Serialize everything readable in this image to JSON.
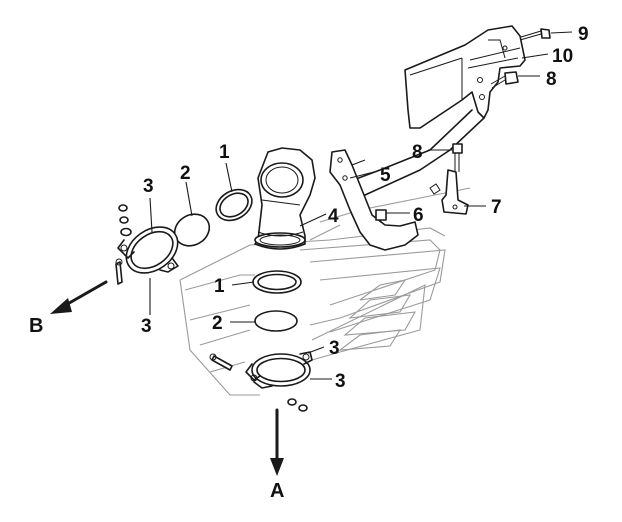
{
  "callouts": {
    "c1_top": "1",
    "c2_top": "2",
    "c3_top": "3",
    "c4": "4",
    "c5": "5",
    "c6": "6",
    "c7": "7",
    "c8_upper": "8",
    "c8_lower": "8",
    "c9": "9",
    "c10": "10",
    "c1_mid": "1",
    "c2_mid": "2",
    "c3_left": "3",
    "c3_right_upper": "3",
    "c3_right_lower": "3"
  },
  "directions": {
    "a": "A",
    "b": "B"
  },
  "colors": {
    "line": "#1a1a1a",
    "ghost": "#9a9a9a",
    "background": "#ffffff"
  }
}
